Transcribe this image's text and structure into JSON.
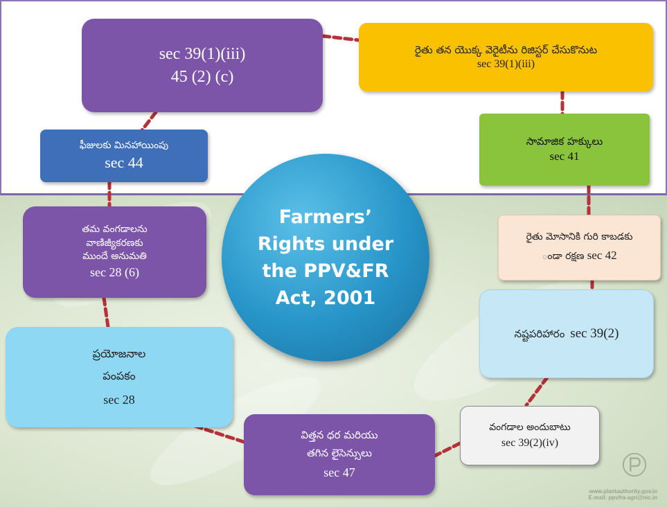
{
  "center": {
    "lines": [
      "Farmers’",
      "Rights under",
      "the PPV&FR",
      "Act, 2001"
    ]
  },
  "boxes": {
    "registration_sec": {
      "line1": "sec 39(1)(iii)",
      "line2": "45 (2) (c)"
    },
    "farmer_variety": {
      "text": "రైతు తన యొక్క వెరైటీను రిజిస్టర్ చేసుకొనుట",
      "sec": "sec 39(1)(iii)"
    },
    "community_rights": {
      "text": "సామాజిక హక్కులు",
      "sec": "sec 41"
    },
    "fee_exemption": {
      "text": "ఫీజులకు మినహాయింపు",
      "sec": "sec 44"
    },
    "prior_permission": {
      "lines": [
        "తమ వంగడాలను",
        "వాణిజ్యీకరణకు",
        "ముందే అనుమతి"
      ],
      "sec": "sec 28 (6)"
    },
    "innocent_infringement": {
      "text": "రైతు మోసానికి గురి కాబడకు",
      "text2": "ండా రక్షణ",
      "sec": "sec 42"
    },
    "compensation": {
      "text": "నష్టపరిహారం",
      "sec": "sec 39(2)"
    },
    "benefit_sharing": {
      "lines": [
        "ప్రయోజనాల",
        "పంపకం"
      ],
      "sec": "sec 28"
    },
    "seed_price": {
      "lines": [
        "విత్తన ధర మరియు",
        "తగిన లైసెన్సులు"
      ],
      "sec": "sec 47"
    },
    "variety_availability": {
      "text": "వంగడాల అందుబాటు",
      "sec": "sec 39(2)(iv)"
    }
  },
  "watermark": {
    "line1": "www.plantauthority.gov.in",
    "line2": "E-mail: ppvfra-agri@nic.in"
  },
  "colors": {
    "purple": "#7c54a8",
    "gold": "#f9c100",
    "green": "#8ac33c",
    "blue": "#3e6fb8",
    "circle": "#2794c8",
    "chain": "#b5323a"
  }
}
